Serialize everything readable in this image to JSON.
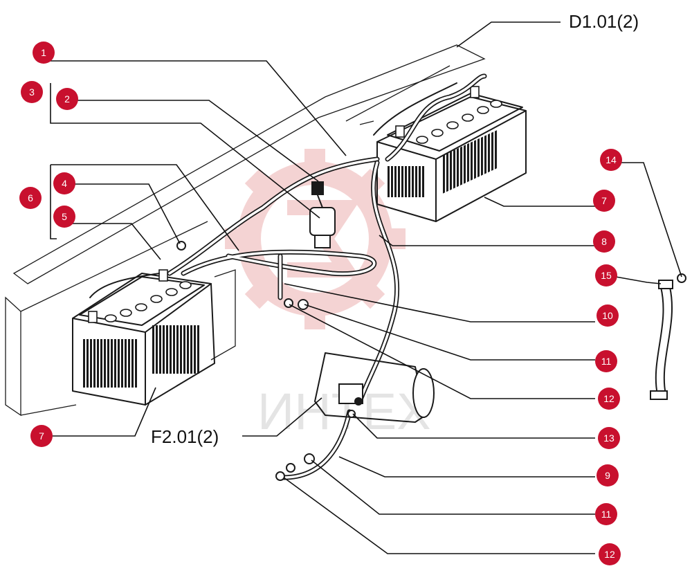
{
  "refs": {
    "top_right": "D1.01(2)",
    "bottom_center": "F2.01(2)"
  },
  "watermark": {
    "text": "ИНТЕХ",
    "gear_color": "#e8a0a0"
  },
  "badge_color": "#c8102e",
  "callouts": [
    {
      "id": "c1",
      "number": "1"
    },
    {
      "id": "c2",
      "number": "2"
    },
    {
      "id": "c3",
      "number": "3"
    },
    {
      "id": "c4",
      "number": "4"
    },
    {
      "id": "c5",
      "number": "5"
    },
    {
      "id": "c6",
      "number": "6"
    },
    {
      "id": "c7a",
      "number": "7"
    },
    {
      "id": "c7b",
      "number": "7"
    },
    {
      "id": "c8",
      "number": "8"
    },
    {
      "id": "c9",
      "number": "9"
    },
    {
      "id": "c10",
      "number": "10"
    },
    {
      "id": "c11a",
      "number": "11"
    },
    {
      "id": "c11b",
      "number": "11"
    },
    {
      "id": "c12a",
      "number": "12"
    },
    {
      "id": "c12b",
      "number": "12"
    },
    {
      "id": "c13",
      "number": "13"
    },
    {
      "id": "c14",
      "number": "14"
    },
    {
      "id": "c15",
      "number": "15"
    }
  ]
}
